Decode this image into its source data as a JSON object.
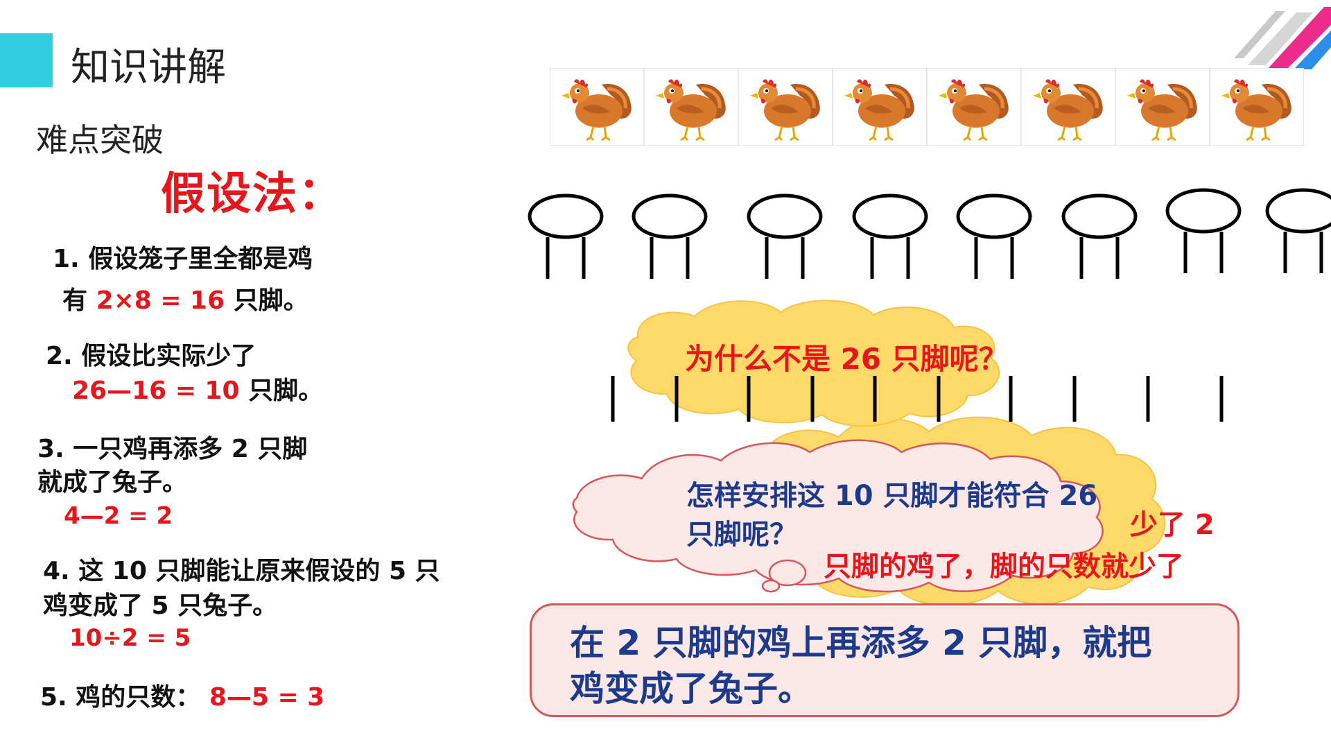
{
  "header": {
    "title": "知识讲解",
    "accent_color": "#33cde0"
  },
  "subtitle": "难点突破",
  "method_title": "假设法：",
  "steps": [
    {
      "label": "1. 假设笼子里全都是鸡",
      "prefix": "有",
      "formula": "2×8 = 16",
      "suffix": "只脚。"
    },
    {
      "label": "2.  假设比实际少了",
      "formula": "26—16 = 10",
      "suffix": "只脚。"
    },
    {
      "label_line1": "3.  一只鸡再添多 2 只脚",
      "label_line2": "就成了兔子。",
      "formula": "4—2  = 2"
    },
    {
      "label_line1": "4.   这 10 只脚能让原来假设的 5 只",
      "label_line2": "鸡变成了 5 只兔子。",
      "formula": "10÷2 = 5"
    },
    {
      "label": "5.  鸡的只数：",
      "formula": "8—5 = 3"
    }
  ],
  "chickens": {
    "count": 8,
    "icon": "chicken-icon"
  },
  "figures": {
    "count": 8,
    "icon": "stick-figure-icon"
  },
  "legs": {
    "count": 10
  },
  "cloud_question": {
    "prefix": "为什么不是",
    "number": "26",
    "suffix": "只脚呢？",
    "color": "#e8151b"
  },
  "cloud_hidden": {
    "line1_tail": "少了  2",
    "line2": "只脚的鸡了，脚的只数就少了"
  },
  "bubble_question": {
    "line1": "怎样安排这 10 只脚才能符合 26",
    "line2": "只脚呢？"
  },
  "callout": {
    "line1": "在 2 只脚的鸡上再添多 2 只脚，就把",
    "line2": "鸡变成了兔子。"
  },
  "colors": {
    "red": "#e8151b",
    "blue": "#1d3b8c",
    "cloud_yellow": "#fdd96a",
    "pink": "#fde8e8"
  }
}
